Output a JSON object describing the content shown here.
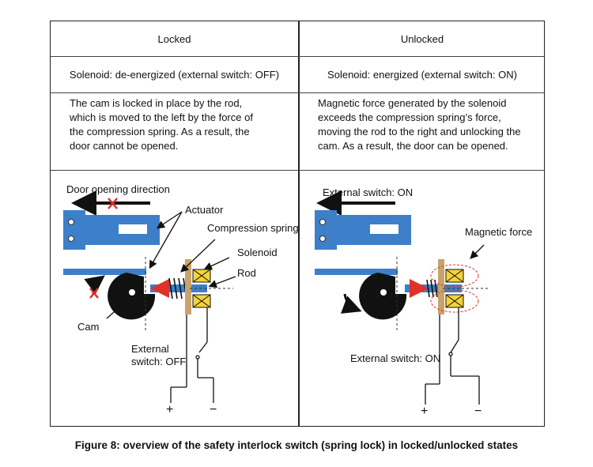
{
  "table": {
    "locked": {
      "header": "Locked",
      "solenoid_state": "Solenoid: de-energized (external switch: OFF)",
      "description": [
        "The cam is locked in place by the rod,",
        "which is moved to the left by the force of",
        "the compression spring. As a result, the",
        "door cannot be opened."
      ],
      "labels": {
        "door_opening_direction": "Door opening direction",
        "actuator": "Actuator",
        "compression_spring": "Compression spring",
        "solenoid": "Solenoid",
        "rod": "Rod",
        "cam": "Cam",
        "external_switch_line1": "External",
        "external_switch_line2": "switch: OFF",
        "plus": "+",
        "minus": "−"
      }
    },
    "unlocked": {
      "header": "Unlocked",
      "solenoid_state": "Solenoid: energized (external switch: ON)",
      "description": [
        "Magnetic force generated by the solenoid",
        "exceeds the compression spring’s force,",
        "moving the rod to the right and unlocking the",
        "cam. As a result, the door can be opened."
      ],
      "labels": {
        "external_switch_on": "External switch: ON",
        "magnetic_force": "Magnetic force",
        "external_switch_on_bottom": "External switch: ON",
        "plus": "+",
        "minus": "−"
      }
    }
  },
  "caption": "Figure 8: overview of the safety interlock switch (spring lock) in locked/unlocked states",
  "colors": {
    "actuator_blue": "#3d7fc8",
    "solenoid_yellow": "#f5d33a",
    "red_arrow": "#e0312b",
    "cam_black": "#111111"
  }
}
